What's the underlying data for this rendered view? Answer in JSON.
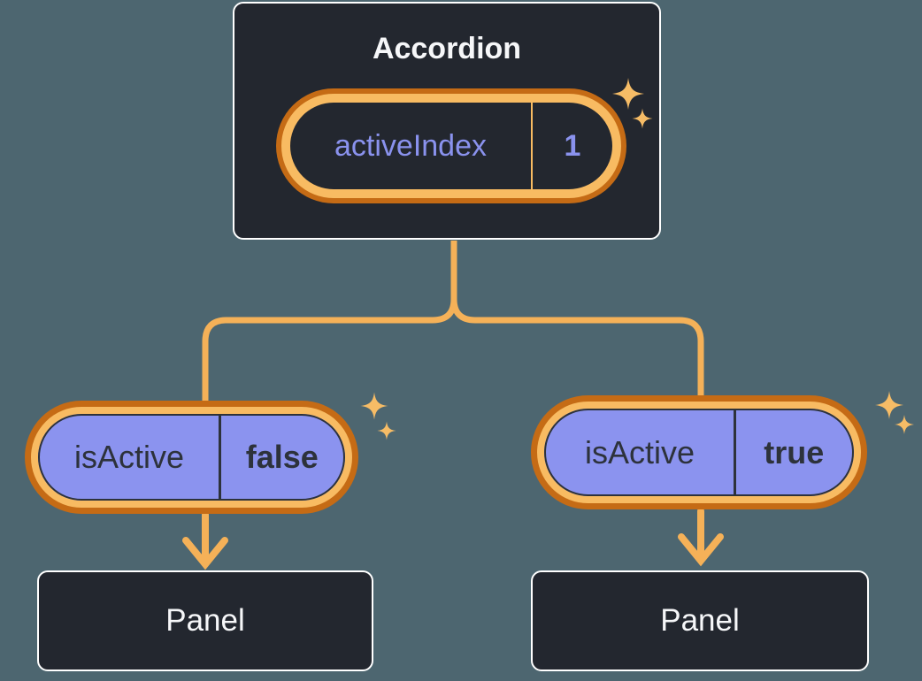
{
  "colors": {
    "background": "#4D6670",
    "box_fill": "#23272F",
    "box_border": "#FFFFFF",
    "orange_light": "#F8BB62",
    "orange_dark": "#C56B15",
    "connector": "#F5B158",
    "sparkle": "#F6BC66",
    "purple_fill": "#8B93EF",
    "purple_text": "#8A92EE",
    "dark_text": "#2D323B",
    "light_text": "#F6F7F9"
  },
  "accordion": {
    "title": "Accordion",
    "state_pill": {
      "label": "activeIndex",
      "value": "1"
    }
  },
  "children": [
    {
      "prop_pill": {
        "label": "isActive",
        "value": "false"
      },
      "panel_title": "Panel"
    },
    {
      "prop_pill": {
        "label": "isActive",
        "value": "true"
      },
      "panel_title": "Panel"
    }
  ]
}
